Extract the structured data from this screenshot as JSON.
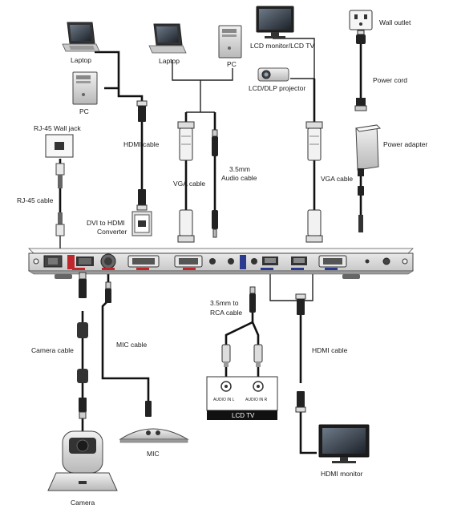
{
  "labels": {
    "laptop_left": "Laptop",
    "pc_left": "PC",
    "laptop_mid": "Laptop",
    "pc_mid": "PC",
    "monitor": "LCD monitor/LCD TV",
    "projector": "LCD/DLP projector",
    "wall_outlet": "Wall outlet",
    "power_cord": "Power cord",
    "power_adapter": "Power adapter",
    "rj45_jack": "RJ-45 Wall jack",
    "rj45_cable": "RJ-45 cable",
    "hdmi_cable_top": "HDMI cable",
    "dvi_hdmi_1": "DVI to HDMI",
    "dvi_hdmi_2": "Converter",
    "vga_cable_mid": "VGA cable",
    "audio_cable_1": "3.5mm",
    "audio_cable_2": "Audio cable",
    "vga_cable_right": "VGA cable",
    "rca_cable_1": "3.5mm to",
    "rca_cable_2": "RCA cable",
    "audio_in_l": "AUDIO IN L",
    "audio_in_r": "AUDIO IN R",
    "lcd_tv": "LCD TV",
    "camera_cable": "Camera cable",
    "mic_cable": "MIC cable",
    "hdmi_cable_bottom": "HDMI cable",
    "mic": "MIC",
    "camera": "Camera",
    "hdmi_monitor": "HDMI monitor"
  },
  "colors": {
    "wire": "#111111",
    "panel_tag": "#c0272d",
    "accent_blue": "#2b3990"
  }
}
